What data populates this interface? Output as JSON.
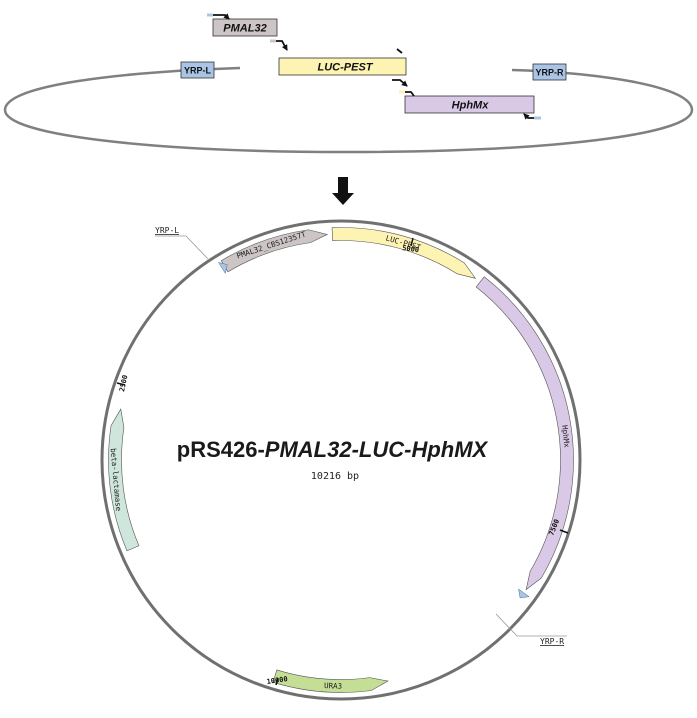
{
  "top_diagram": {
    "fragments": {
      "pmal32": "PMAL32",
      "luc_pest": "LUC-PEST",
      "hphmx": "HphMx"
    },
    "homology_arms": {
      "yrp_l": "YRP-L",
      "yrp_r": "YRP-R"
    }
  },
  "plasmid": {
    "title_prefix": "pRS426-",
    "title_italic": "PMAL32-LUC-HphMX",
    "size": "10216 bp",
    "features": {
      "pmal32": "PMAL32_CBS12357T",
      "luc_pest": "LUC-PEST",
      "hphmx": "HphMx",
      "ura3": "URA3",
      "beta_lactamase": "beta-lactamase"
    },
    "callouts": {
      "yrp_l": "YRP-L",
      "yrp_r": "YRP-R"
    },
    "ticks": {
      "t2500": "2500",
      "t5000": "5000",
      "t7500": "7500",
      "t10000": "10000"
    }
  },
  "colors": {
    "pmal32": "#cdc5c5",
    "luc_pest": "#fdf3b3",
    "hphmx": "#d9c9e6",
    "ura3": "#c4de95",
    "beta_lactamase": "#cfe6dc",
    "yrp": "#a9c4e4",
    "outline": "#707070"
  }
}
